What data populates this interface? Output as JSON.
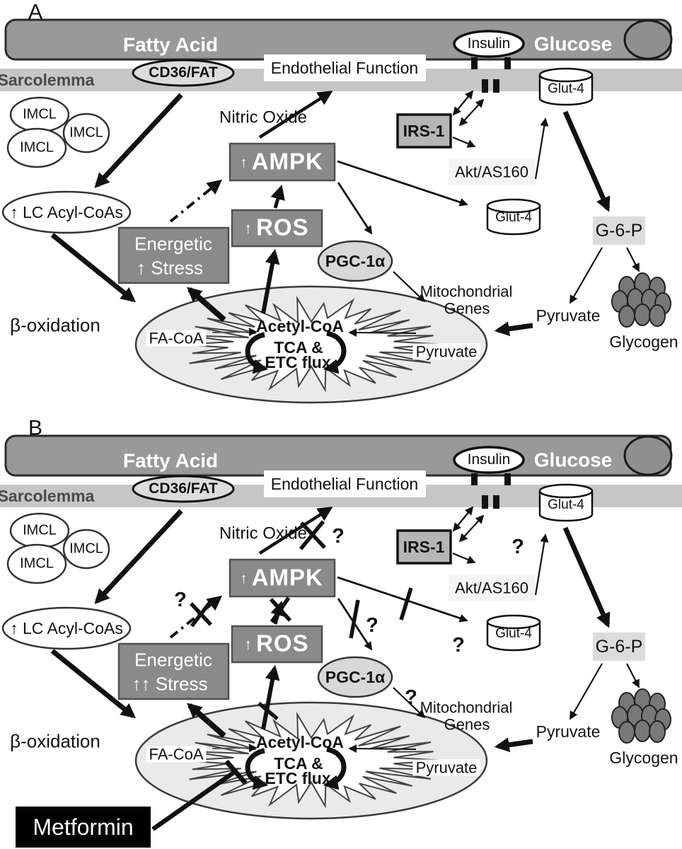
{
  "figure": {
    "panel_a_letter": "A",
    "panel_b_letter": "B"
  },
  "labels": {
    "fatty_acid": "Fatty Acid",
    "glucose": "Glucose",
    "insulin": "Insulin",
    "sarcolemma": "Sarcolemma",
    "cd36_fat": "CD36/FAT",
    "endothelial_function": "Endothelial Function",
    "glut4": "Glut-4",
    "imcl": "IMCL",
    "irs1": "IRS-1",
    "nitric_oxide": "Nitric Oxide",
    "up_arrow": "↑",
    "ampk": "AMPK",
    "ros": "ROS",
    "akt_as160": "Akt/AS160",
    "lc_acyl_coas": "↑ LC Acyl-CoAs",
    "energetic": "Energetic",
    "pgc1a": "PGC-1α",
    "g6p": "G-6-P",
    "mitochondrial": "Mitochondrial",
    "genes": "Genes",
    "pyruvate": "Pyruvate",
    "glycogen": "Glycogen",
    "beta_oxidation": "β-oxidation",
    "fa_coa": "FA-CoA",
    "acetyl_coa": "Acetyl-CoA",
    "tca_amp": "TCA &",
    "etc_flux": "ETC flux"
  },
  "panel_a": {
    "stress_line2": "↑ Stress"
  },
  "panel_b": {
    "stress_line2": "↑↑ Stress",
    "metformin": "Metformin",
    "question_mark": "?"
  },
  "colors": {
    "vessel_gray": "#999999",
    "sarcolemma_gray": "#c6c6c6",
    "dark_box_gray": "#8a8a8a",
    "irs1_gray": "#b5b5b5",
    "chip_gray": "#dcdcdc",
    "mito_fill": "#eaeaea",
    "glycogen_gray": "#787878",
    "metformin_bg": "#000000",
    "ink": "#111111"
  }
}
